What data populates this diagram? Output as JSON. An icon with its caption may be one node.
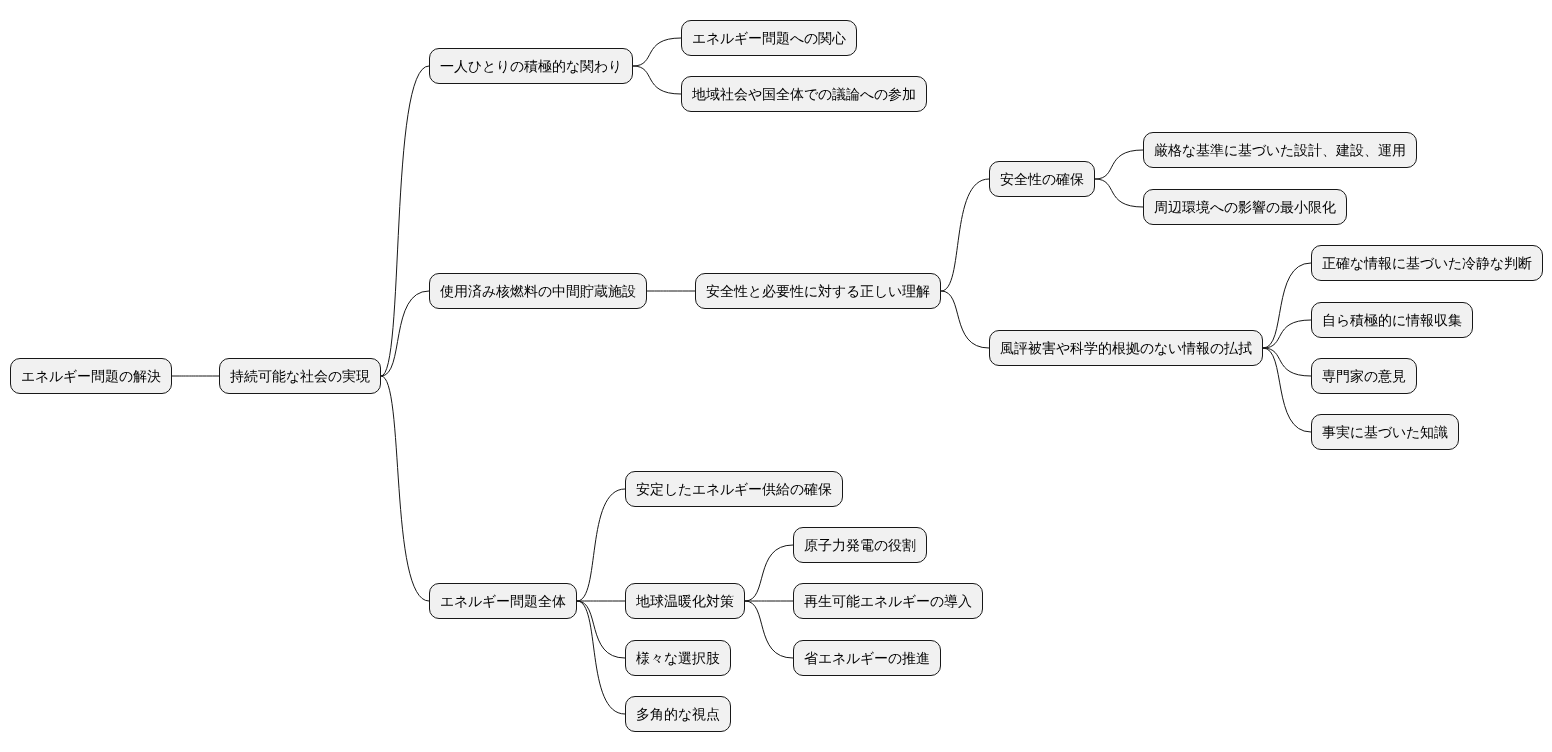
{
  "diagram": {
    "nodes": [
      {
        "text": [
          "エネルギー問題の解決"
        ]
      },
      {
        "text": [
          "持続可能な社会の実現"
        ]
      },
      {
        "text": [
          "一人ひとりの積極的な関わり"
        ]
      },
      {
        "text": [
          "エネルギー問題への関心"
        ]
      },
      {
        "text": [
          "地域社会や国全体での議論への参加"
        ]
      },
      {
        "text": [
          "使用済み核燃料の中間貯蔵施設"
        ]
      },
      {
        "text": [
          "安全性と必要性に対する正しい理解"
        ]
      },
      {
        "text": [
          "安全性の確保"
        ]
      },
      {
        "text": [
          "厳格な基準に基づいた設計、建設、運用"
        ]
      },
      {
        "text": [
          "周辺環境への影響の最小限化"
        ]
      },
      {
        "text": [
          "風評被害や科学的根拠のない情報の払拭"
        ]
      },
      {
        "text": [
          "正確な情報に基づいた冷静な判断"
        ]
      },
      {
        "text": [
          "自ら積極的に情報収集"
        ]
      },
      {
        "text": [
          "専門家の意見"
        ]
      },
      {
        "text": [
          "事実に基づいた知識"
        ]
      },
      {
        "text": [
          "エネルギー問題全体"
        ]
      },
      {
        "text": [
          "安定したエネルギー供給の確保"
        ]
      },
      {
        "text": [
          "地球温暖化対策"
        ]
      },
      {
        "text": [
          "原子力発電の役割"
        ]
      },
      {
        "text": [
          "再生可能エネルギーの導入"
        ]
      },
      {
        "text": [
          "省エネルギーの推進"
        ]
      },
      {
        "text": [
          "様々な選択肢"
        ]
      },
      {
        "text": [
          "多角的な視点"
        ]
      }
    ],
    "edges": [
      {
        "from": 0,
        "to": 1,
        "arrow": "none"
      },
      {
        "from": 1,
        "to": 2,
        "arrow": "none"
      },
      {
        "from": 2,
        "to": 3,
        "arrow": "none"
      },
      {
        "from": 2,
        "to": 4,
        "arrow": "none"
      },
      {
        "from": 1,
        "to": 5,
        "arrow": "none"
      },
      {
        "from": 5,
        "to": 6,
        "arrow": "none"
      },
      {
        "from": 6,
        "to": 7,
        "arrow": "none"
      },
      {
        "from": 7,
        "to": 8,
        "arrow": "none"
      },
      {
        "from": 7,
        "to": 9,
        "arrow": "none"
      },
      {
        "from": 6,
        "to": 10,
        "arrow": "none"
      },
      {
        "from": 10,
        "to": 11,
        "arrow": "none"
      },
      {
        "from": 10,
        "to": 12,
        "arrow": "none"
      },
      {
        "from": 10,
        "to": 13,
        "arrow": "none"
      },
      {
        "from": 10,
        "to": 14,
        "arrow": "none"
      },
      {
        "from": 1,
        "to": 15,
        "arrow": "none"
      },
      {
        "from": 15,
        "to": 16,
        "arrow": "none"
      },
      {
        "from": 15,
        "to": 17,
        "arrow": "none"
      },
      {
        "from": 17,
        "to": 18,
        "arrow": "none"
      },
      {
        "from": 17,
        "to": 19,
        "arrow": "none"
      },
      {
        "from": 17,
        "to": 20,
        "arrow": "none"
      },
      {
        "from": 15,
        "to": 21,
        "arrow": "none"
      },
      {
        "from": 15,
        "to": 22,
        "arrow": "none"
      }
    ]
  }
}
